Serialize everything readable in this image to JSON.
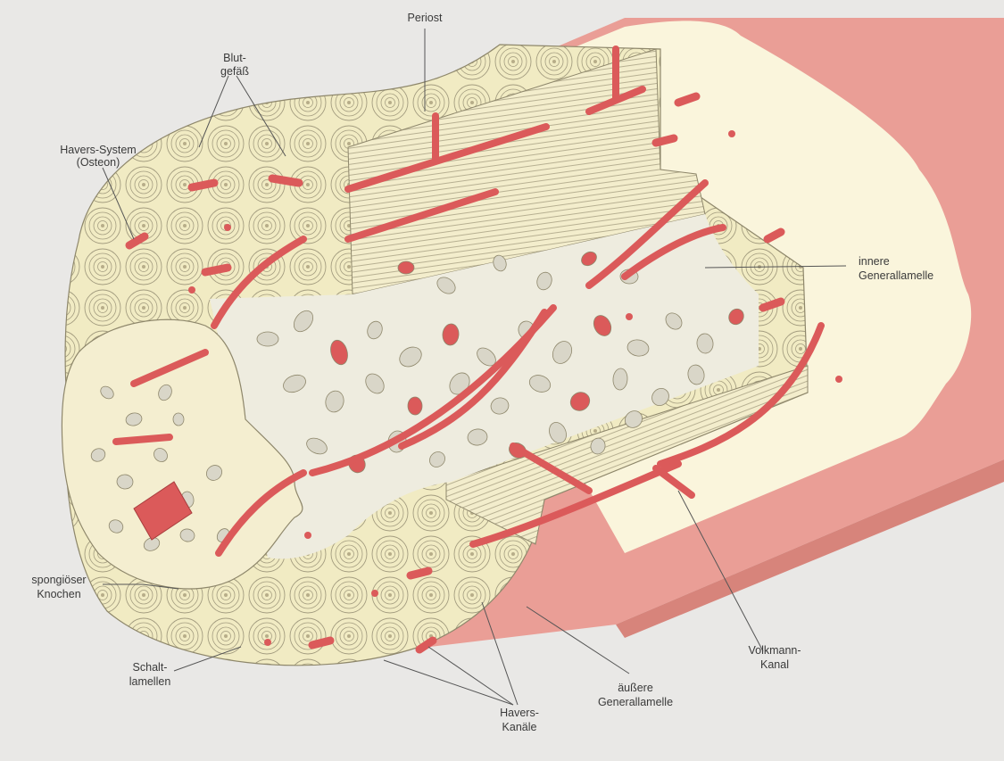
{
  "labels": {
    "periost": "Periost",
    "blutgefaess": [
      "Blut-",
      "gefäß"
    ],
    "havers_system": [
      "Havers-System",
      "(Osteon)"
    ],
    "innere_generallamelle": [
      "innere",
      "Generallamelle"
    ],
    "spongioeser_knochen": [
      "spongiöser",
      "Knochen"
    ],
    "schaltlamellen": [
      "Schalt-",
      "lamellen"
    ],
    "havers_kanaele": [
      "Havers-",
      "Kanäle"
    ],
    "aeussere_generallamelle": [
      "äußere",
      "Generallamelle"
    ],
    "volkmann_kanal": [
      "Volkmann-",
      "Kanal"
    ]
  },
  "colors": {
    "background": "#e9e8e6",
    "periosteum": "#ea9e96",
    "periosteum_dark": "#d7847b",
    "compact_bone": "#f1ebc3",
    "cortex_inner": "#faf5dc",
    "marrow_cavity": "#eeecdf",
    "vessel": "#db5a5a",
    "lamella_line": "#9a9478",
    "label_text": "#3a3a3a"
  }
}
